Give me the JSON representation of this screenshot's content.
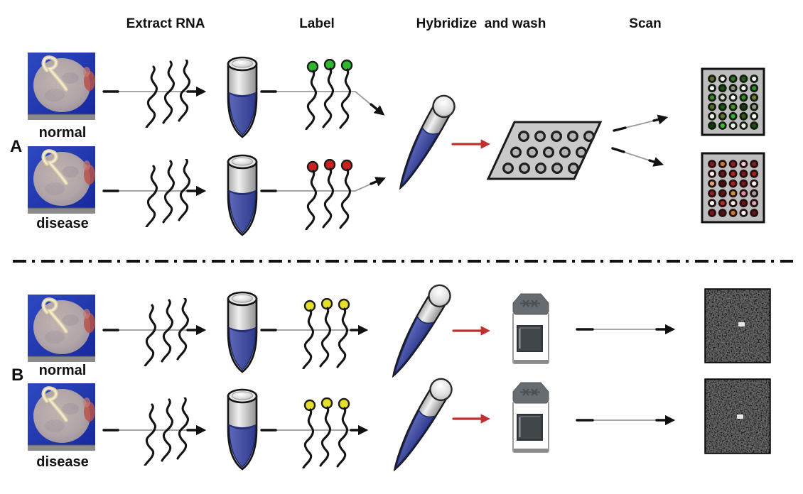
{
  "headers": {
    "extract_rna": "Extract RNA",
    "label": "Label",
    "hybridize_and_wash": "Hybridize  and wash",
    "scan": "Scan"
  },
  "panels": {
    "a": {
      "letter": "A",
      "samples": [
        {
          "label": "normal"
        },
        {
          "label": "disease"
        }
      ]
    },
    "b": {
      "letter": "B",
      "samples": [
        {
          "label": "normal"
        },
        {
          "label": "disease"
        }
      ]
    }
  },
  "colors": {
    "dye_green": "#2db82d",
    "dye_red": "#cc2020",
    "dye_yellow": "#e6df2a",
    "arrow_red": "#c0302f",
    "tube_liquid_light": "#5d68b8",
    "tube_liquid_dark": "#2e3a8c",
    "slide_gray": "#c9c9c9",
    "scan_plate_gray": "#bdbdbd"
  },
  "microarray_slide": {
    "rows": 3,
    "cols": 5,
    "spot_colors": [
      "#b5b5b5",
      "#b5b5b5",
      "#b5b5b5",
      "#b5b5b5",
      "#b5b5b5",
      "#b5b5b5",
      "#b5b5b5",
      "#b5b5b5",
      "#b5b5b5",
      "#b5b5b5",
      "#b5b5b5",
      "#b5b5b5",
      "#b5b5b5",
      "#b5b5b5",
      "#b5b5b5"
    ]
  },
  "scan_arrays": {
    "green_channel": {
      "rows": 6,
      "cols": 5,
      "dot_colors": [
        "#5f6e2a",
        "#f2f2f2",
        "#2f7a24",
        "#275f1d",
        "#efefef",
        "#f5f5f5",
        "#1c4f12",
        "#8d927e",
        "#fafafa",
        "#2f8f2a",
        "#3f8a2c",
        "#d8dcc8",
        "#ffffff",
        "#378a26",
        "#6f7f33",
        "#55702a",
        "#1d5a14",
        "#47902a",
        "#153f0e",
        "#8f948a",
        "#f6f6f6",
        "#5f7c2d",
        "#2fb42f",
        "#3a5a18",
        "#ffffff",
        "#143a0c",
        "#3fbb2f",
        "#f2f2f2",
        "#ececec",
        "#1c4f12"
      ]
    },
    "red_channel": {
      "rows": 6,
      "cols": 5,
      "dot_colors": [
        "#7f1c1c",
        "#c67a2e",
        "#8f2020",
        "#e9caca",
        "#7c2026",
        "#f5f5f5",
        "#6f1616",
        "#b02626",
        "#7f1b1b",
        "#a32222",
        "#dba374",
        "#4c1010",
        "#a82424",
        "#7a1818",
        "#f1f1f1",
        "#8f1f1f",
        "#5e1212",
        "#c9913f",
        "#dc8f9f",
        "#9c9c9c",
        "#f6f6f6",
        "#b22a2a",
        "#ebebeb",
        "#6f1414",
        "#d9a2aa",
        "#7c1616",
        "#541111",
        "#c77b2a",
        "#f0f0f0",
        "#621515"
      ]
    }
  }
}
